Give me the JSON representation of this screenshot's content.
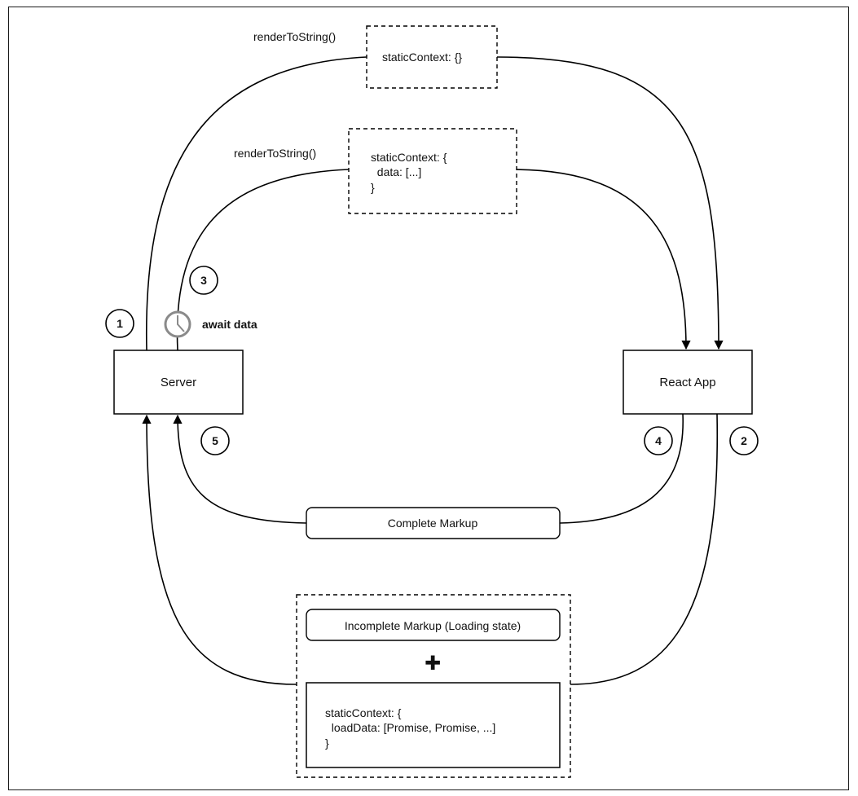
{
  "diagram": {
    "nodes": {
      "server": "Server",
      "react_app": "React App"
    },
    "labels": {
      "render_first": "renderToString()",
      "render_second": "renderToString()",
      "await": "await data",
      "complete": "Complete Markup",
      "incomplete": "Incomplete Markup (Loading state)",
      "plus": "✚"
    },
    "context_empty": "staticContext: {}",
    "context_data": [
      "staticContext: {",
      "  data: [...]",
      "}"
    ],
    "context_load": [
      "staticContext: {",
      "  loadData: [Promise, Promise, ...]",
      "}"
    ],
    "steps": [
      "1",
      "2",
      "3",
      "4",
      "5"
    ]
  }
}
